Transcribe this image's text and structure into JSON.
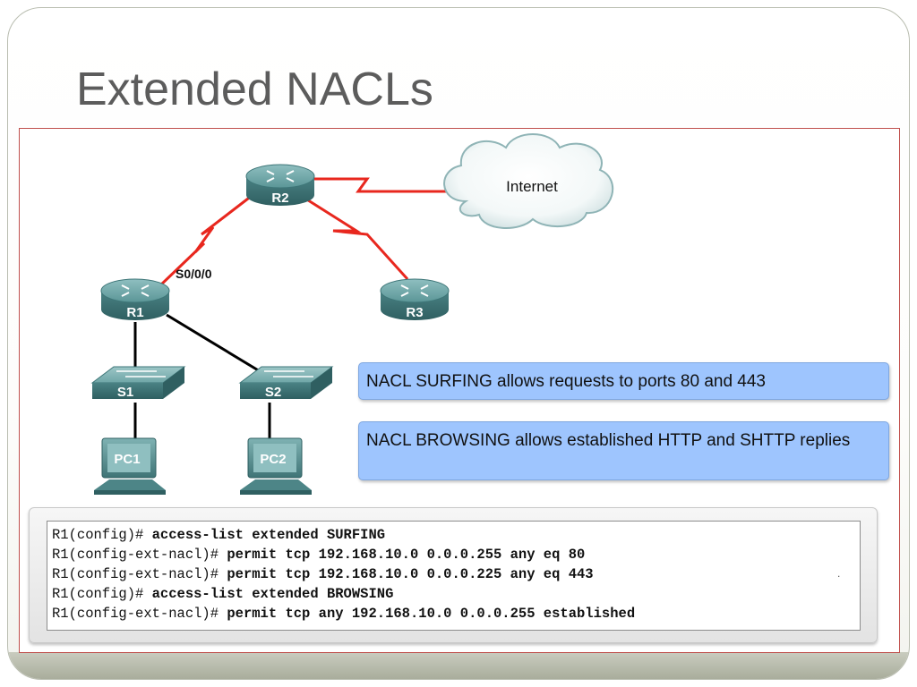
{
  "slide": {
    "title": "Extended NACLs"
  },
  "topology": {
    "routers": [
      "R2",
      "R1",
      "R3"
    ],
    "switches": [
      "S1",
      "S2"
    ],
    "pcs": [
      "PC1",
      "PC2"
    ],
    "cloud_label": "Internet",
    "interface_label": "S0/0/0",
    "colors": {
      "wan_link": "#e8271e",
      "lan_link": "#000000",
      "device_body": "#4d8587",
      "note_bg": "#9ec5fe"
    }
  },
  "notes": [
    "NACL SURFING allows requests to ports 80 and 443",
    "NACL BROWSING allows established HTTP and SHTTP replies"
  ],
  "commands": [
    {
      "prompt": "R1(config)# ",
      "command": "access-list extended SURFING"
    },
    {
      "prompt": "R1(config-ext-nacl)# ",
      "command": "permit tcp 192.168.10.0 0.0.0.255 any eq 80"
    },
    {
      "prompt": "R1(config-ext-nacl)# ",
      "command": "permit tcp 192.168.10.0 0.0.0.225 any eq 443"
    },
    {
      "prompt": "R1(config)# ",
      "command": "access-list extended BROWSING"
    },
    {
      "prompt": "R1(config-ext-nacl)# ",
      "command": "permit tcp any 192.168.10.0 0.0.0.255 established"
    }
  ],
  "stray_mark": "."
}
